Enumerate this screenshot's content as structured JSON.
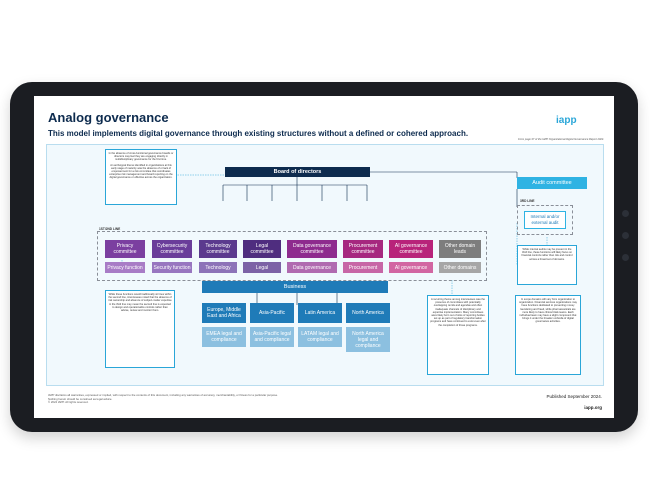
{
  "header": {
    "title": "Analog governance",
    "subtitle": "This model implements digital governance through existing structures without a defined or cohered approach.",
    "logo": "iapp",
    "source": "From page 37 of the IAPP Organizational Digital Governance Report 2024."
  },
  "notes": {
    "top_left": [
      "In the absence of cross-functional governance boards or directors may feel they are engaging directly in multidisciplinary governance for the first time.",
      "An archetypal theme identified in organizations at this early stage of maturity was the absence of or lack of empowerment for a risk committee that coordinates enterprise risk management and board reporting on the digital governance or effective across the organization."
    ],
    "left_bottom": "While these functions would traditionally sit lines within the second line, interviewees noted that the absence of risk ownership and absence of subject-matter expertise in the third line may mean the second line is expected to design and operationalize controls rather than advise, review and monitor them.",
    "center_right": "A recurring theme among interviewees was the presence of committees with potentially overlapping remits and agendas and often inadequate channels of disciplinary and expertise implementation. Many committees were likely born out of silos of reporting bodies set up as part of regulatory transformation programs and have continued to exist even after the completion of those programs.",
    "right_mid": "While internal audits may be present in the third line, these functions will likely focus on financial controls rather than risk and control across a broad set of domains.",
    "right_bottom": "In scope domains will vary from organization to organization. Financial services organizations may have functions dedicated to preventing money laundering and fraud, while pharmaceuticals are more likely to have clinical trials teams. Each individual team may have a slight component that brings it under the broader umbrella of digital governance activities."
  },
  "board": "Board of directors",
  "audit_committee": "Audit committee",
  "third_line": {
    "label": "3RD LINE",
    "box": "Internal and/or external audit"
  },
  "first_line_label": "1ST/2ND LINE",
  "committees": [
    {
      "top": "Privacy committee",
      "bottom": "Privacy function",
      "color": "#7b3fa0",
      "color2": "#a87cc6"
    },
    {
      "top": "Cybersecurity committee",
      "bottom": "Security function",
      "color": "#6a3d9a",
      "color2": "#9876c0"
    },
    {
      "top": "Technology committee",
      "bottom": "Technology",
      "color": "#5b3a8e",
      "color2": "#8c73b8"
    },
    {
      "top": "Legal committee",
      "bottom": "Legal",
      "color": "#4f2d7f",
      "color2": "#7c62a6"
    },
    {
      "top": "Data governance committee",
      "bottom": "Data governance",
      "color": "#8e2b8e",
      "color2": "#b06ab0"
    },
    {
      "top": "Procurement committee",
      "bottom": "Procurement",
      "color": "#a6287f",
      "color2": "#c766a6"
    },
    {
      "top": "AI governance committee",
      "bottom": "AI governance",
      "color": "#b8237a",
      "color2": "#d266a2"
    },
    {
      "top": "Other domain leads",
      "bottom": "Other domains",
      "color": "#7d7d7d",
      "color2": "#a6a6a6"
    }
  ],
  "business": {
    "label": "Business",
    "regions": [
      "Europe, Middle East and Africa",
      "Asia-Pacific",
      "Latin America",
      "North America"
    ],
    "legal": [
      "EMEA legal and compliance",
      "Asia-Pacific legal and compliance",
      "LATAM legal and compliance",
      "North America legal and compliance"
    ]
  },
  "footer": {
    "disclaimer": "IAPP disclaims all warranties, expressed or implied, with respect to the contents of this document, including any warranties of accuracy, merchantability, or fitness for a particular purpose. Nothing herein should be construed as legal advice.",
    "copyright": "© 2024 IAPP. All rights reserved.",
    "published": "Published September 2024.",
    "url": "iapp.org"
  }
}
